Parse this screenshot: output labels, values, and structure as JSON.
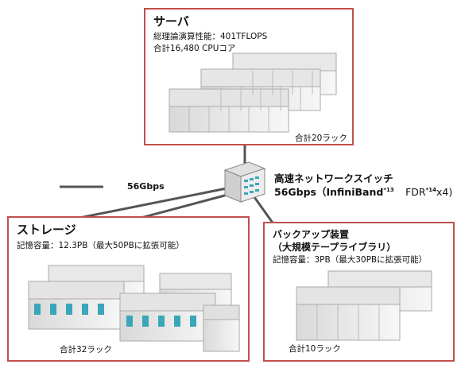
{
  "server": {
    "title": "サーバ",
    "perf": "総理論演算性能：401TFLOPS",
    "cores": "合計16,480 CPUコア",
    "count": "合計20ラック"
  },
  "switch": {
    "title": "高速ネットワークスイッチ",
    "speed": "56Gbps（InfiniBand",
    "sup1": "*13",
    "fdr": "FDR",
    "sup2": "*14",
    "mult": "x4)"
  },
  "legend": {
    "bandwidth": "56Gbps"
  },
  "storage": {
    "title": "ストレージ",
    "capacity": "記憶容量：12.3PB（最大50PBに拡張可能）",
    "count": "合計32ラック"
  },
  "backup": {
    "title": "バックアップ装置",
    "subtitle": "（大規模テープライブラリ）",
    "capacity": "記憶容量：3PB（最大30PBに拡張可能）",
    "count": "合計10ラック"
  },
  "colors": {
    "border": "#c0504d",
    "accent": "#3aa6b9",
    "cable": "#555555"
  }
}
